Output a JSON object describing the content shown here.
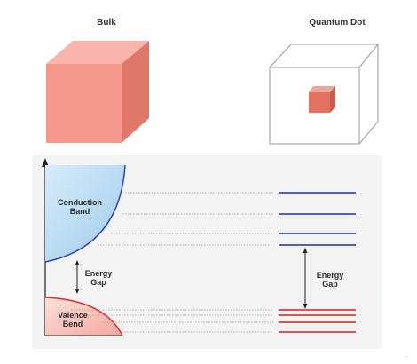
{
  "headings": {
    "bulk": "Bulk",
    "quantum_dot": "Quantum Dot"
  },
  "band_labels": {
    "conduction": [
      "Conduction",
      "Band"
    ],
    "valence": [
      "Valence",
      "Bend"
    ],
    "energy_gap_left": [
      "Energy",
      "Gap"
    ],
    "energy_gap_right": [
      "Energy",
      "Gap"
    ]
  },
  "colors": {
    "cube_front": "#f5988c",
    "cube_top": "#f9b5ab",
    "cube_side": "#e0776b",
    "panel_bg": "#f3f3f3",
    "conduction_stroke": "#2b3fbf",
    "conduction_fill": "#b9dcf1",
    "valence_stroke": "#e02a2a",
    "valence_fill": "#f7c3bc",
    "discrete_blue": "#1f2fa8",
    "discrete_red": "#d62020"
  },
  "discrete_levels": {
    "conduction_count": 4,
    "valence_count": 4
  }
}
